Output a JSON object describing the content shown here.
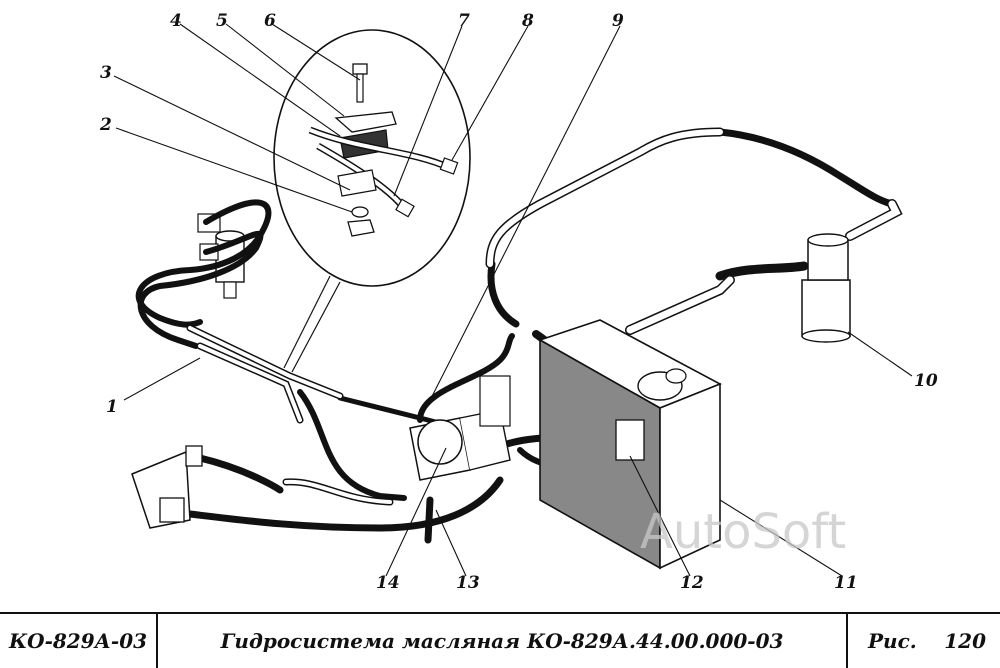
{
  "callouts": [
    {
      "number": "1"
    },
    {
      "number": "2"
    },
    {
      "number": "3"
    },
    {
      "number": "4"
    },
    {
      "number": "5"
    },
    {
      "number": "6"
    },
    {
      "number": "7"
    },
    {
      "number": "8"
    },
    {
      "number": "9"
    },
    {
      "number": "10"
    },
    {
      "number": "11"
    },
    {
      "number": "12"
    },
    {
      "number": "13"
    },
    {
      "number": "14"
    }
  ],
  "watermark": "AutoSoft",
  "title_block": {
    "model": "КО-829А-03",
    "title": "Гидросистема масляная КО-829А.44.00.000-03",
    "figure_prefix": "Рис.",
    "figure_number": "120"
  }
}
